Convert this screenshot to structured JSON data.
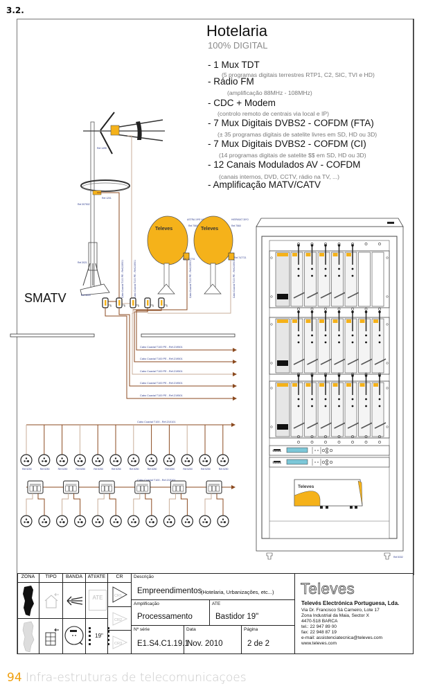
{
  "section_number": "3.2.",
  "header": {
    "title": "Hotelaria",
    "subtitle": "100% DIGITAL"
  },
  "features": [
    {
      "label": "- 1 Mux TDT",
      "detail": "(5 programas digitais terrestres RTP1, C2, SIC, TVI e HD)"
    },
    {
      "label": "- Rádio FM",
      "detail": "(amplificação 88MHz - 108MHz)"
    },
    {
      "label": "- CDC + Modem",
      "detail": "(controlo remoto de centrais via local e IP)"
    },
    {
      "label": "- 7 Mux Digitais DVBS2 - COFDM (FTA)",
      "detail": "(± 35 programas digitais de satelite livres em SD, HD ou 3D)"
    },
    {
      "label": "- 7 Mux Digitais DVBS2 - COFDM (CI)",
      "detail": "(14 programas digitais de satelite $$ em SD, HD ou 3D)"
    },
    {
      "label": "- 12 Canais Modulados AV - COFDM",
      "detail": "(canais internos, DVD, CCTV, rádio na TV, ...)"
    },
    {
      "label": "- Amplificação MATV/CATV",
      "detail": ""
    }
  ],
  "diagram": {
    "section_label": "SMATV",
    "antenna_refs": {
      "uhf_antenna": "Ref.1495",
      "fm_antenna": "Ref.1201",
      "mast": "Ref.307502",
      "mast_clamp": "Ref.3021",
      "mast_base": "Ref.3009"
    },
    "dishes": [
      {
        "satellite": "ASTRA 19ºE HOTBIRD 13ºE",
        "dish_ref": "Ref.7560",
        "lnb_ref": "Ref.747701",
        "brand": "Televes"
      },
      {
        "satellite": "HISPASAT 30ºO",
        "dish_ref": "Ref.7560",
        "lnb_ref": "Ref.747721",
        "brand": "Televes"
      }
    ],
    "feed_cable_label": "Cabo Coaxial T100 PE - Ref.219501",
    "output_cables": [
      "Cabo Coaxial T100 PE - Ref.219501",
      "Cabo Coaxial T100 PE - Ref.219501",
      "Cabo Coaxial T100 PE - Ref.219501",
      "Cabo Coaxial T100 PE - Ref.219501",
      "Cabo Coaxial T100 PE - Ref.219501"
    ],
    "distribution_bus_1": {
      "cable_label": "Cabo Coaxial T100 - Ref.210101",
      "outlet_count": 12,
      "outlet_ref": "Ref.5250"
    },
    "distribution_bus_2": {
      "cable_label": "Cabo Coaxial T100 - Ref.215101",
      "tap_count": 6,
      "outlet_count": 12
    },
    "rack": {
      "ref": "Ref.5332",
      "brand": "Televes",
      "module_rows": 3,
      "modules_per_row": 7
    },
    "colors": {
      "cable_dark": "#8b4a1f",
      "cable_light": "#c9ae98",
      "televes_yellow": "#f5b21a",
      "ref_text": "#2c3a8c",
      "display_blue": "#7cc7d8"
    }
  },
  "title_block": {
    "headers": [
      "ZONA",
      "TIPO",
      "BANDA",
      "ATI/ATE",
      "CR"
    ],
    "icons": {
      "zona": [
        "portugal-map-black-icon",
        "portugal-map-grey-icon"
      ],
      "tipo": [
        "house-icon",
        "building-icon"
      ],
      "banda": [
        "antenna-icon",
        "satellite-dish-icon"
      ],
      "ati_ate": [
        "ate-icon",
        "rack-19-icon"
      ],
      "cr": [
        "cr1-icon",
        "cr2-icon",
        "cr3-icon"
      ]
    },
    "ate_icon_text": "ATE",
    "rack_icon_text": "19\"",
    "cr_labels": [
      "CR1",
      "CR2",
      "CR3"
    ],
    "descricao_label": "Descrição",
    "descricao_value": "Empreendimentos",
    "descricao_detail": "(Hotelaria, Urbanizações, etc...)",
    "amplificacao_label": "Amplificação",
    "amplificacao_value": "Processamento",
    "ate_label": "ATE",
    "ate_value": "Bastidor 19\"",
    "serie_label": "Nº série",
    "serie_value": "E1.S4.C1.19.1",
    "data_label": "Data",
    "data_value": "Nov. 2010",
    "pagina_label": "Página",
    "pagina_value": "2 de 2",
    "company": {
      "logo": "Televes",
      "name": "Televés Electrónica Portuguesa, Lda.",
      "address1": "Via Dr. Francisco Sá Carneiro, Lote 17",
      "address2": "Zona Industrial da Maia, Sector X",
      "address3": "4470-518 BARCA",
      "tel": "tel.: 22 947 89 00",
      "fax": "fax: 22 948 87 19",
      "email": "e-mail: assistenciatecnica@televes.com",
      "web": "www.televes.com"
    }
  },
  "footer": {
    "page_number": "94",
    "text": "Infra-estruturas de telecomunicaçoes"
  }
}
